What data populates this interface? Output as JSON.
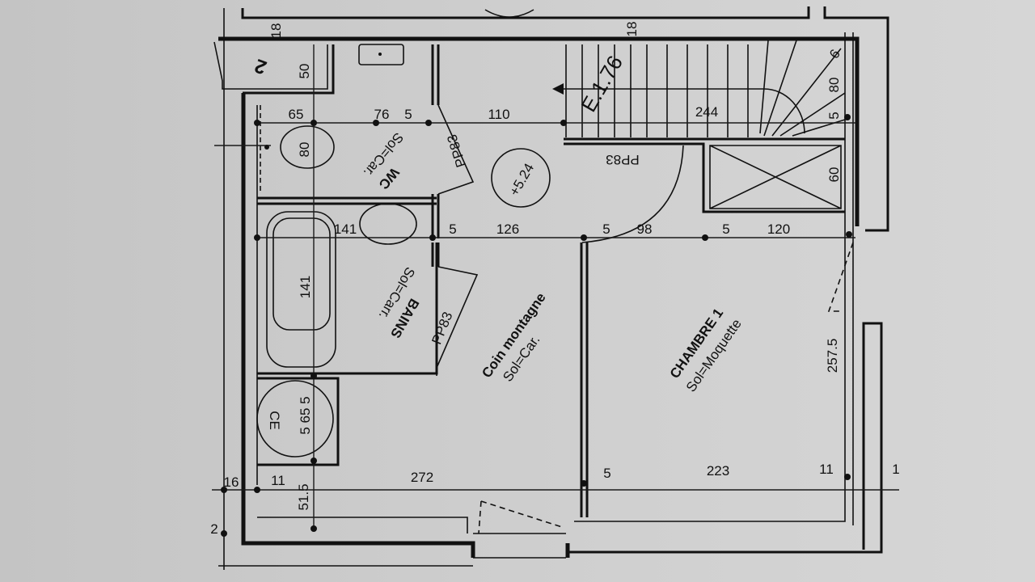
{
  "plan": {
    "rooms": {
      "wc": {
        "name": "WC",
        "floor": "Sol=Car."
      },
      "bains": {
        "name": "BAINS",
        "floor": "Sol=Carr."
      },
      "coin": {
        "name": "Coin montagne",
        "floor": "Sol=Car."
      },
      "chambre": {
        "name": "CHAMBRE 1",
        "floor": "Sol=Moquette"
      },
      "ce": {
        "name": "CE"
      }
    },
    "doors": [
      "PP83",
      "PP83",
      "PP83"
    ],
    "level": "+5.24",
    "stair_label": "E.1.76",
    "stair_steps": "6",
    "dims_top": [
      "18",
      "18",
      "2",
      "50"
    ],
    "dims_row1": [
      "65",
      "76",
      "5",
      "110",
      "244"
    ],
    "dims_row2": [
      "141",
      "5",
      "126",
      "5",
      "98",
      "5",
      "120"
    ],
    "dims_row3": [
      "16",
      "11",
      "272",
      "5",
      "223",
      "11",
      "1"
    ],
    "dims_vertical": [
      "80",
      "80",
      "5",
      "60",
      "141",
      "257.5",
      "5 65 5",
      "51.5",
      "2"
    ]
  },
  "colors": {
    "paper": "#c9c9c9",
    "ink": "#111111"
  }
}
